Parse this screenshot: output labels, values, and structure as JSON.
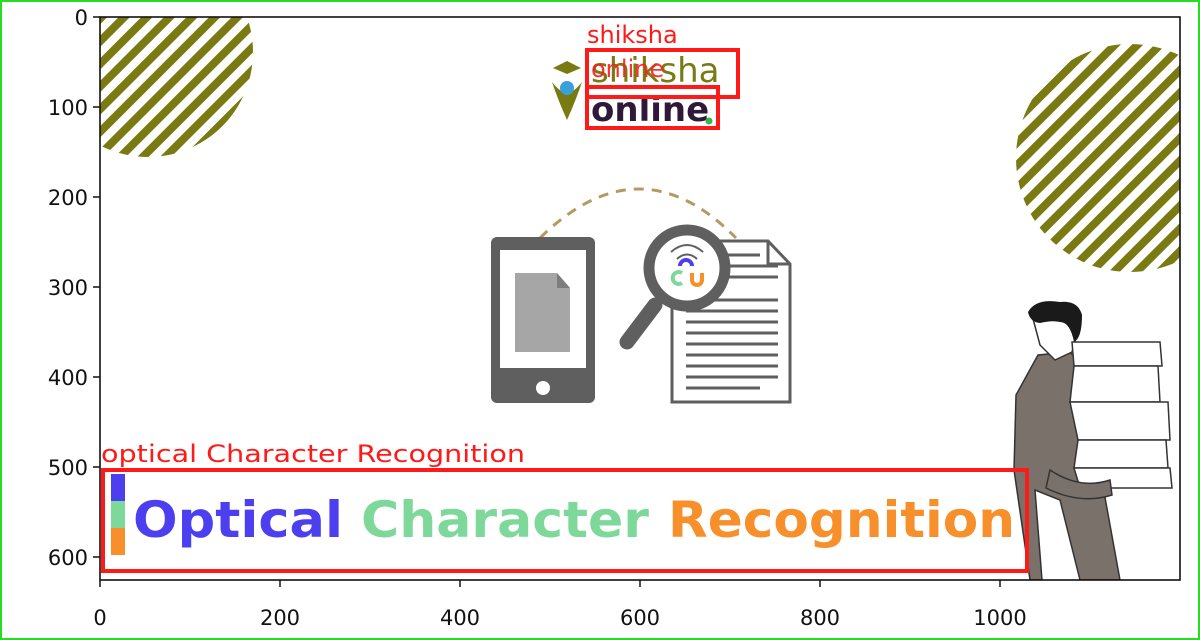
{
  "axes": {
    "x_ticks": [
      "0",
      "200",
      "400",
      "600",
      "800",
      "1000"
    ],
    "y_ticks": [
      "0",
      "100",
      "200",
      "300",
      "400",
      "500",
      "600"
    ]
  },
  "logo": {
    "word1": "shiksha",
    "word2": "online"
  },
  "banner": {
    "word1": "Optical",
    "word2": "Character",
    "word3": "Recognition"
  },
  "detections": [
    {
      "label": "shiksha"
    },
    {
      "label": "online"
    },
    {
      "label": "optical Character Recognition"
    }
  ],
  "colors": {
    "frame": "#22dd22",
    "box": "#ff1a1a",
    "stripe": "#7a7a12",
    "optical": "#4b3ff0",
    "character": "#7ed89a",
    "recognition": "#f7902a",
    "icon_gray": "#5f5f5f"
  }
}
